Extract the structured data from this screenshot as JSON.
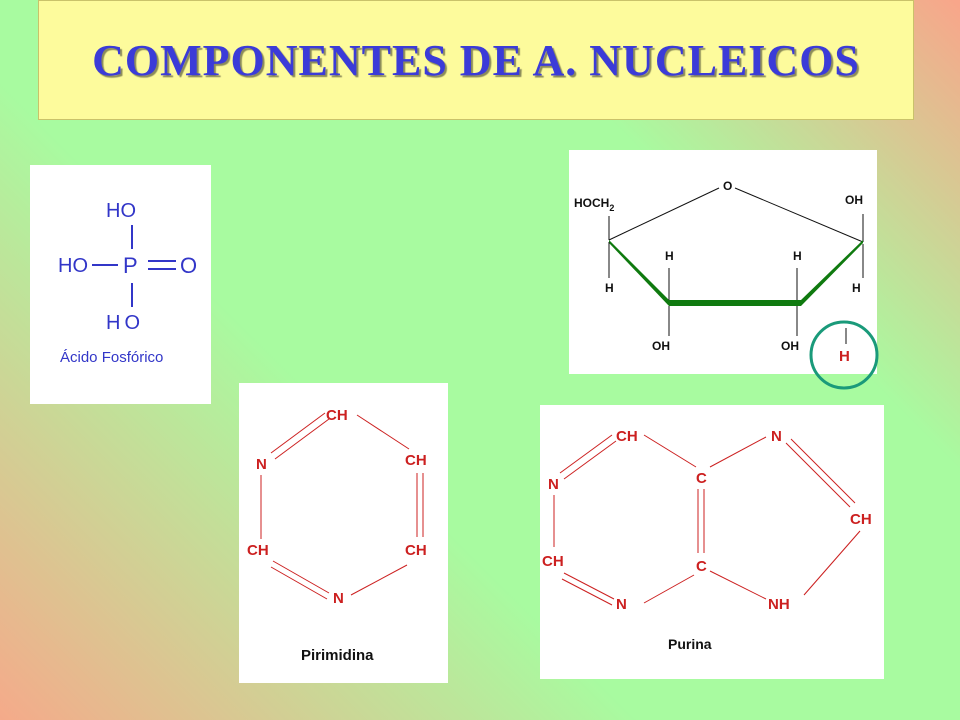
{
  "title": "COMPONENTES DE A. NUCLEICOS",
  "phosphoric": {
    "top": "HO",
    "left": "HO",
    "center": "P",
    "right": "O",
    "bottom": "HO",
    "caption": "Ácido Fosfórico"
  },
  "ribose": {
    "hoch2": "HOCH",
    "sub2": "2",
    "o": "O",
    "oh_top_right": "OH",
    "h_left": "H",
    "h_mid_left": "H",
    "h_mid_right": "H",
    "h_right": "H",
    "oh_bottom_left": "OH",
    "oh_bottom_right": "OH",
    "h_circled": "H"
  },
  "pyrimidine": {
    "ch_top": "CH",
    "n_left": "N",
    "ch_right_top": "CH",
    "ch_left_bottom": "CH",
    "ch_right_bottom": "CH",
    "n_bottom": "N",
    "caption": "Pirimidina"
  },
  "purine": {
    "ch_top": "CH",
    "n_left": "N",
    "c_top": "C",
    "n_right_top": "N",
    "ch_right": "CH",
    "ch_left_bottom": "CH",
    "c_bottom": "C",
    "n_bottom": "N",
    "nh": "NH",
    "caption": "Purina"
  },
  "colors": {
    "title": "#3b3bd8",
    "title_box": "#fdfb9c",
    "bond_blue": "#3236c8",
    "bond_red": "#cc2020",
    "ring_green": "#0f7a0f",
    "circle": "#1a9a7a"
  }
}
